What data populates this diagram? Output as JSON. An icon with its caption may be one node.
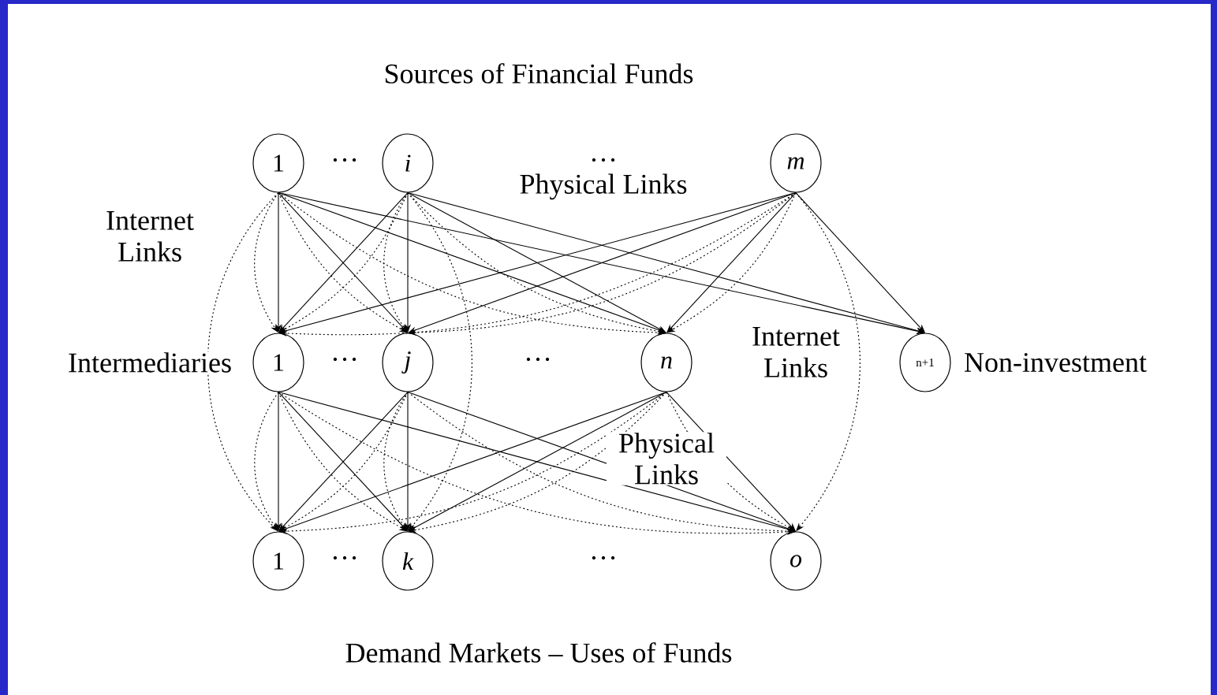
{
  "diagram": {
    "title": "Sources of Financial Funds",
    "nodes": [
      {
        "text": [
          "1"
        ]
      },
      {
        "text": [
          "i"
        ]
      },
      {
        "text": [
          "m"
        ]
      },
      {
        "text": [
          "1"
        ]
      },
      {
        "text": [
          "j"
        ]
      },
      {
        "text": [
          "n"
        ]
      },
      {
        "text": [
          "n+1"
        ],
        "beside": [
          "Non-investment"
        ]
      },
      {
        "text": [
          "1"
        ]
      },
      {
        "text": [
          "k"
        ]
      },
      {
        "text": [
          "o"
        ]
      }
    ],
    "edges": [
      {
        "from": 0,
        "to": 3,
        "arrow": "to"
      },
      {
        "from": 0,
        "to": 3,
        "arrow": "to",
        "style": "dashed"
      },
      {
        "from": 0,
        "to": 4,
        "arrow": "to"
      },
      {
        "from": 0,
        "to": 4,
        "arrow": "to",
        "style": "dashed"
      },
      {
        "from": 0,
        "to": 5,
        "arrow": "to"
      },
      {
        "from": 0,
        "to": 5,
        "arrow": "to",
        "style": "dashed"
      },
      {
        "from": 1,
        "to": 3,
        "arrow": "to"
      },
      {
        "from": 1,
        "to": 3,
        "arrow": "to",
        "style": "dashed"
      },
      {
        "from": 1,
        "to": 4,
        "arrow": "to"
      },
      {
        "from": 1,
        "to": 4,
        "arrow": "to",
        "style": "dashed"
      },
      {
        "from": 1,
        "to": 5,
        "arrow": "to"
      },
      {
        "from": 1,
        "to": 5,
        "arrow": "to",
        "style": "dashed"
      },
      {
        "from": 2,
        "to": 3,
        "arrow": "to"
      },
      {
        "from": 2,
        "to": 3,
        "arrow": "to",
        "style": "dashed"
      },
      {
        "from": 2,
        "to": 4,
        "arrow": "to"
      },
      {
        "from": 2,
        "to": 4,
        "arrow": "to",
        "style": "dashed"
      },
      {
        "from": 2,
        "to": 5,
        "arrow": "to"
      },
      {
        "from": 2,
        "to": 5,
        "arrow": "to",
        "style": "dashed"
      },
      {
        "from": 0,
        "to": 6,
        "arrow": "to"
      },
      {
        "from": 1,
        "to": 6,
        "arrow": "to"
      },
      {
        "from": 2,
        "to": 6,
        "arrow": "to"
      },
      {
        "from": 3,
        "to": 7,
        "arrow": "to"
      },
      {
        "from": 3,
        "to": 7,
        "arrow": "to",
        "style": "dashed"
      },
      {
        "from": 3,
        "to": 8,
        "arrow": "to"
      },
      {
        "from": 3,
        "to": 8,
        "arrow": "to",
        "style": "dashed"
      },
      {
        "from": 3,
        "to": 9,
        "arrow": "to"
      },
      {
        "from": 3,
        "to": 9,
        "arrow": "to",
        "style": "dashed"
      },
      {
        "from": 4,
        "to": 7,
        "arrow": "to"
      },
      {
        "from": 4,
        "to": 7,
        "arrow": "to",
        "style": "dashed"
      },
      {
        "from": 4,
        "to": 8,
        "arrow": "to"
      },
      {
        "from": 4,
        "to": 8,
        "arrow": "to",
        "style": "dashed"
      },
      {
        "from": 4,
        "to": 9,
        "arrow": "to"
      },
      {
        "from": 4,
        "to": 9,
        "arrow": "to",
        "style": "dashed"
      },
      {
        "from": 5,
        "to": 7,
        "arrow": "to"
      },
      {
        "from": 5,
        "to": 7,
        "arrow": "to",
        "style": "dashed"
      },
      {
        "from": 5,
        "to": 8,
        "arrow": "to"
      },
      {
        "from": 5,
        "to": 8,
        "arrow": "to",
        "style": "dashed"
      },
      {
        "from": 5,
        "to": 9,
        "arrow": "to"
      },
      {
        "from": 5,
        "to": 9,
        "arrow": "to",
        "style": "dashed"
      },
      {
        "from": 0,
        "to": 7,
        "arrow": "to",
        "style": "dashed"
      },
      {
        "from": 1,
        "to": 8,
        "arrow": "to",
        "style": "dashed"
      },
      {
        "from": 2,
        "to": 9,
        "arrow": "to",
        "style": "dashed"
      }
    ],
    "labels": [
      "…",
      "…",
      "Physical Links",
      "Internet Links",
      "Intermediaries",
      "…",
      "…",
      "Internet Links",
      "Physical Links",
      "…",
      "…",
      "Demand Markets – Uses of Funds"
    ]
  }
}
